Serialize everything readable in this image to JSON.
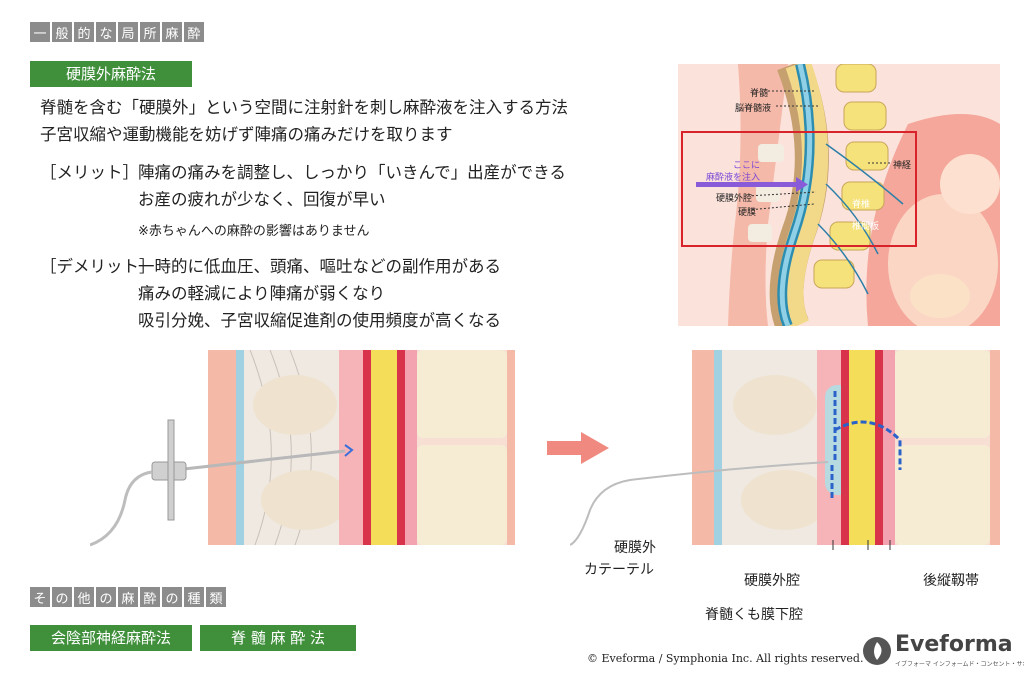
{
  "header": {
    "general_chars": [
      "一",
      "般",
      "的",
      "な",
      "局",
      "所",
      "麻",
      "酔"
    ],
    "method_label": "硬膜外麻酔法"
  },
  "description": {
    "line1": "脊髄を含む「硬膜外」という空間に注射針を刺し麻酔液を注入する方法",
    "line2": "子宮収縮や運動機能を妨げず陣痛の痛みだけを取ります"
  },
  "merit": {
    "tag": "［メリット］",
    "lines": [
      "陣痛の痛みを調整し、しっかり「いきんで」出産ができる",
      "お産の疲れが少なく、回復が早い"
    ],
    "note": "※赤ちゃんへの麻酔の影響はありません"
  },
  "demerit": {
    "tag": "［デメリット］",
    "lines": [
      "一時的に低血圧、頭痛、嘔吐などの副作用がある",
      "痛みの軽減により陣痛が弱くなり",
      "吸引分娩、子宮収縮促進剤の使用頻度が高くなる"
    ]
  },
  "anatomy_labels": {
    "spinal_cord": "脊髄",
    "csf": "脳脊髄液",
    "inject_here_1": "ここに",
    "inject_here_2": "麻酔液を注入",
    "nerve": "神経",
    "epidural_space": "硬膜外腔",
    "dura": "硬膜",
    "vertebra": "脊椎",
    "disc": "椎間板"
  },
  "cross_section_labels": {
    "catheter_1": "硬膜外",
    "catheter_2": "カテーテル",
    "epidural_space": "硬膜外腔",
    "ligament": "後縦靱帯",
    "subarachnoid": "脊髄くも膜下腔"
  },
  "other": {
    "chars": [
      "そ",
      "の",
      "他",
      "の",
      "麻",
      "酔",
      "の",
      "種",
      "類"
    ],
    "btn1": "会陰部神経麻酔法",
    "btn2": "脊 髄 麻 酔 法"
  },
  "footer": {
    "copyright": "© Eveforma / Symphonia Inc. All rights reserved.",
    "brand": "Eveforma",
    "brand_sub": "イブフォーマ インフォームド・コンセント・サポーター"
  },
  "colors": {
    "green": "#3f8f3b",
    "chip_gray": "#8c8c8c",
    "highlight_red": "#d8232a",
    "arrow_pink": "#f08a80"
  }
}
